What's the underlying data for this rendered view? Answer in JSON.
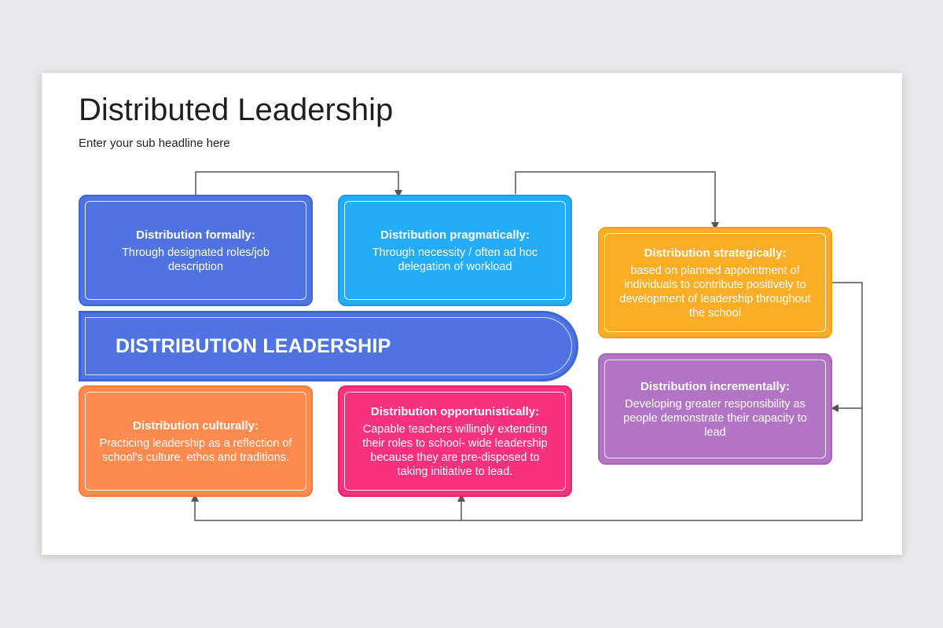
{
  "slide": {
    "title": "Distributed Leadership",
    "subtitle": "Enter your sub headline here"
  },
  "banner": {
    "label": "DISTRIBUTION LEADERSHIP",
    "color": "#4f74e2"
  },
  "boxes": [
    {
      "id": "formally",
      "title": "Distribution formally:",
      "desc": "Through designated roles/job description",
      "color": "#4f74e2"
    },
    {
      "id": "pragmatically",
      "title": "Distribution pragmatically:",
      "desc": "Through necessity / often ad hoc delegation of workload",
      "color": "#22adf6"
    },
    {
      "id": "strategically",
      "title": "Distribution strategically:",
      "desc": "based on planned appointment of individuals to contribute positively to development of leadership throughout the school",
      "color": "#f9ae26"
    },
    {
      "id": "culturally",
      "title": "Distribution culturally:",
      "desc": "Practicing leadership as a reflection of school's culture, ethos and traditions.",
      "color": "#fd8a4e"
    },
    {
      "id": "opportunistically",
      "title": "Distribution opportunistically:",
      "desc": "Capable teachers willingly extending their roles to school- wide leadership because they are pre-disposed to taking initiative to lead.",
      "color": "#f6327f"
    },
    {
      "id": "incrementally",
      "title": "Distribution incrementally:",
      "desc": "Developing greater responsibility as people demonstrate their capacity to lead",
      "color": "#b274c5"
    }
  ],
  "connector_color": "#555555"
}
